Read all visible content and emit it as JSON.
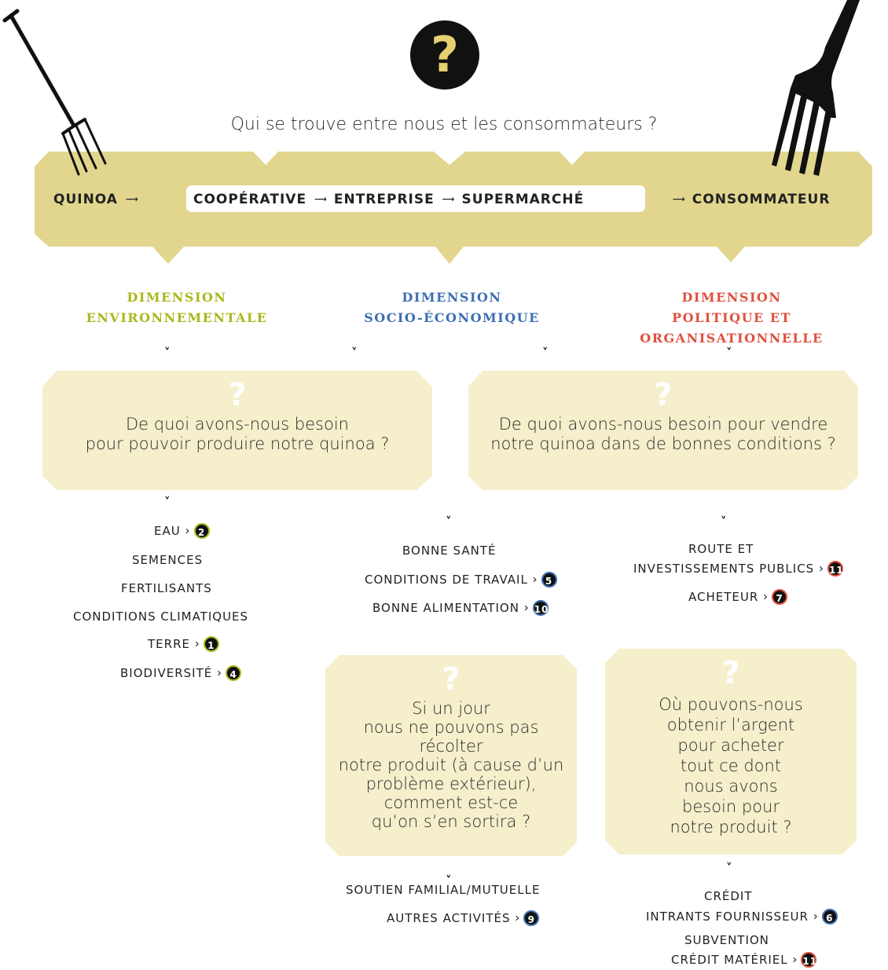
{
  "top_question": "Qui se trouve entre nous et les consommateurs ?",
  "question_mark": "?",
  "chain": {
    "quinoa": "QUINOA",
    "cooperative": "COOPÉRATIVE",
    "entreprise": "ENTREPRISE",
    "supermarche": "SUPERMARCHÉ",
    "consommateur": "CONSOMMATEUR",
    "arrow": "⟶"
  },
  "dimensions": {
    "env": {
      "line1": "DIMENSION",
      "line2": "ENVIRONNEMENTALE",
      "color": "#aab81c"
    },
    "socio": {
      "line1": "DIMENSION",
      "line2": "SOCIO-ÉCONOMIQUE",
      "color": "#3d6fb3"
    },
    "pol": {
      "line1": "DIMENSION",
      "line2": "POLITIQUE ET",
      "line3": "ORGANISATIONNELLE",
      "color": "#e0503e"
    }
  },
  "chevron": "˅",
  "boxes": {
    "left": {
      "line1": "De quoi avons-nous besoin",
      "line2": "pour pouvoir produire notre quinoa ?"
    },
    "right": {
      "line1": "De quoi avons-nous besoin pour vendre",
      "line2": "notre quinoa dans de bonnes conditions ?"
    },
    "mid_bottom": [
      "Si un jour",
      "nous ne pouvons pas récolter",
      "notre produit (à cause d’un",
      "problème extérieur),",
      "comment est-ce",
      "qu’on s’en sortira ?"
    ],
    "right_bottom": [
      "Où pouvons-nous",
      "obtenir l’argent",
      "pour acheter",
      "tout ce dont",
      "nous avons",
      "besoin pour",
      "notre produit ?"
    ]
  },
  "env_items": {
    "eau": "EAU",
    "eau_badge": "2",
    "semences": "SEMENCES",
    "fertilisants": "FERTILISANTS",
    "climat": "CONDITIONS CLIMATIQUES",
    "terre": "TERRE",
    "terre_badge": "1",
    "bio": "BIODIVERSITÉ",
    "bio_badge": "4"
  },
  "socio_items": {
    "sante": "BONNE SANTÉ",
    "travail": "CONDITIONS DE TRAVAIL",
    "travail_badge": "5",
    "alim": "BONNE ALIMENTATION",
    "alim_badge": "10"
  },
  "pol_items": {
    "route1": "ROUTE ET",
    "route2": "INVESTISSEMENTS PUBLICS",
    "route_badge": "11",
    "acheteur": "ACHETEUR",
    "acheteur_badge": "7"
  },
  "risk_items": {
    "soutien": "SOUTIEN FAMILIAL/MUTUELLE",
    "autres": "AUTRES ACTIVITÉS",
    "autres_badge": "9"
  },
  "credit_items": {
    "credit": "CRÉDIT",
    "intrants": "INTRANTS FOURNISSEUR",
    "intrants_badge": "6",
    "subvention": "SUBVENTION",
    "materiel": "CRÉDIT MATÉRIEL",
    "materiel_badge": "11"
  },
  "colors": {
    "band": "#e2d68e",
    "box": "#f5efcc",
    "white_box": "#ffffff",
    "dark": "#111111",
    "qmark": "#e6d070"
  }
}
